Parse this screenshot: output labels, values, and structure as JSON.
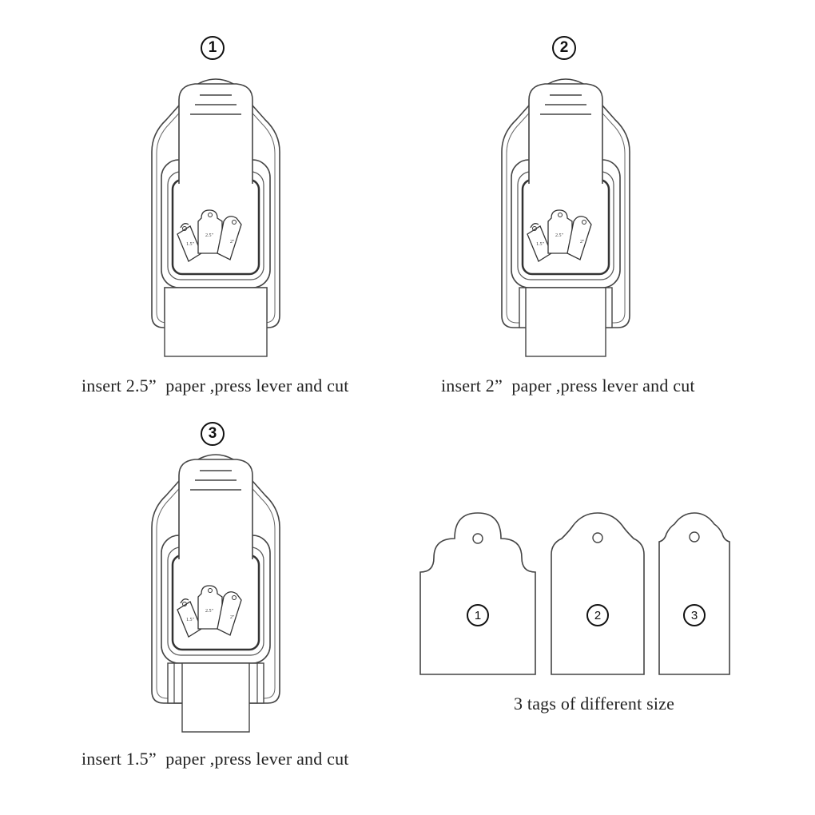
{
  "steps": [
    {
      "number": "1",
      "caption": "insert 2.5”  paper ,press lever and cut"
    },
    {
      "number": "2",
      "caption": "insert 2”  paper ,press lever and cut"
    },
    {
      "number": "3",
      "caption": "insert 1.5”  paper ,press lever and cut"
    }
  ],
  "punch_window_labels": [
    "1.5\"",
    "2.5\"",
    "2\""
  ],
  "tags": [
    {
      "number": "1"
    },
    {
      "number": "2"
    },
    {
      "number": "3"
    }
  ],
  "tags_caption": "3 tags of different size"
}
